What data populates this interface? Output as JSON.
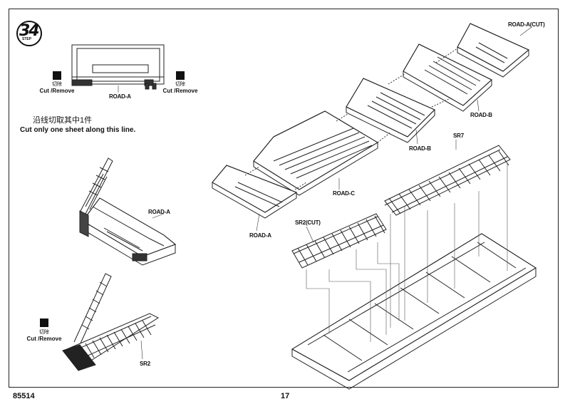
{
  "step": {
    "number": "34",
    "word": "STEP"
  },
  "labels": {
    "road_a_top": "ROAD-A",
    "road_a_mid": "ROAD-A",
    "road_a_bottom": "ROAD-A",
    "road_a_cut": "ROAD-A(CUT)",
    "road_b_upper": "ROAD-B",
    "road_b_lower": "ROAD-B",
    "road_c": "ROAD-C",
    "sr7": "SR7",
    "sr2_cut": "SR2(CUT)",
    "sr2": "SR2"
  },
  "cut_remove": {
    "cn": "切除",
    "en": "Cut /Remove"
  },
  "note": {
    "cn": "沿线切取其中1件",
    "en": "Cut only one sheet along this line."
  },
  "footer": {
    "part_number": "85514",
    "page_number": "17"
  }
}
